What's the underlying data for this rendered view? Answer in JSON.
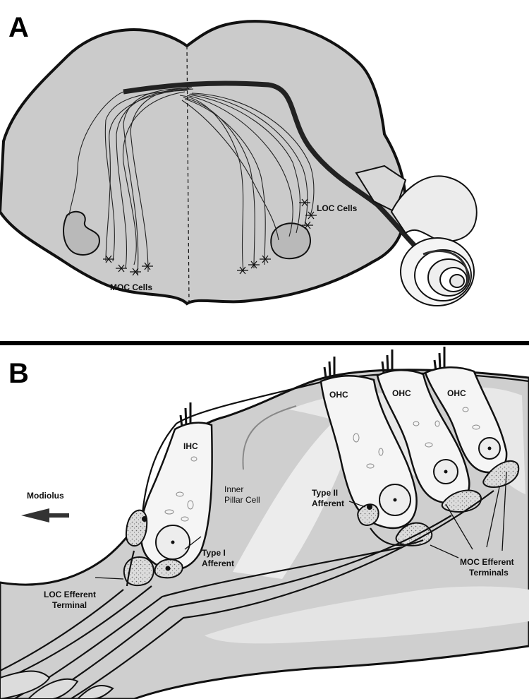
{
  "panel_a": {
    "letter": "A",
    "labels": {
      "loc_cells": "LOC Cells",
      "moc_cells": "MOC Cells"
    }
  },
  "panel_b": {
    "letter": "B",
    "labels": {
      "ihc": "IHC",
      "ohc_1": "OHC",
      "ohc_2": "OHC",
      "ohc_3": "OHC",
      "modiolus": "Modiolus",
      "inner_pillar_1": "Inner",
      "inner_pillar_2": "Pillar Cell",
      "type_ii_1": "Type II",
      "type_ii_2": "Afferent",
      "type_i_1": "Type I",
      "type_i_2": "Afferent",
      "loc_eff_1": "LOC Efferent",
      "loc_eff_2": "Terminal",
      "moc_eff_1": "MOC Efferent",
      "moc_eff_2": "Terminals"
    }
  },
  "colors": {
    "tissue": "#c8c8c8",
    "outline": "#111111",
    "cell_fill": "#f2f2f2",
    "pale": "#e6e6e6"
  }
}
